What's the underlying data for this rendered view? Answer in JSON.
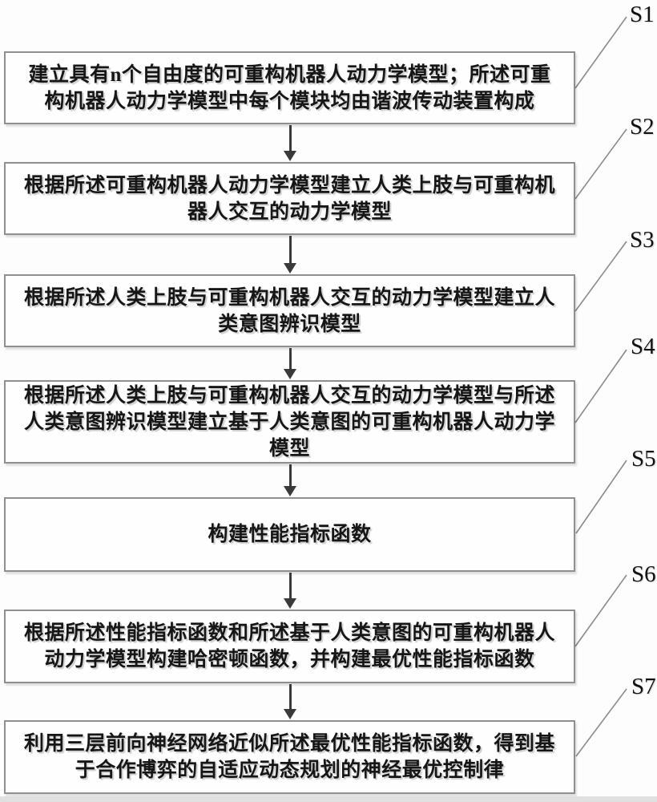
{
  "figure": {
    "steps": [
      {
        "id": "S1",
        "text": "建立具有n个自由度的可重构机器人动力学模型；所述可重构机器人动力学模型中每个模块均由谐波传动装置构成"
      },
      {
        "id": "S2",
        "text": "根据所述可重构机器人动力学模型建立人类上肢与可重构机器人交互的动力学模型"
      },
      {
        "id": "S3",
        "text": "根据所述人类上肢与可重构机器人交互的动力学模型建立人类意图辨识模型"
      },
      {
        "id": "S4",
        "text": "根据所述人类上肢与可重构机器人交互的动力学模型与所述人类意图辨识模型建立基于人类意图的可重构机器人动力学模型"
      },
      {
        "id": "S5",
        "text": "构建性能指标函数"
      },
      {
        "id": "S6",
        "text": "根据所述性能指标函数和所述基于人类意图的可重构机器人动力学模型构建哈密顿函数，并构建最优性能指标函数"
      },
      {
        "id": "S7",
        "text": "利用三层前向神经网络近似所述最优性能指标函数，得到基于合作博弈的自适应动态规划的神经最优控制律"
      }
    ],
    "colors": {
      "background": "#ffffff",
      "box_border": "#8f8f8f",
      "text": "#161616",
      "leader_line": "#8a8a8a",
      "arrow": "#3a3a3a"
    }
  }
}
